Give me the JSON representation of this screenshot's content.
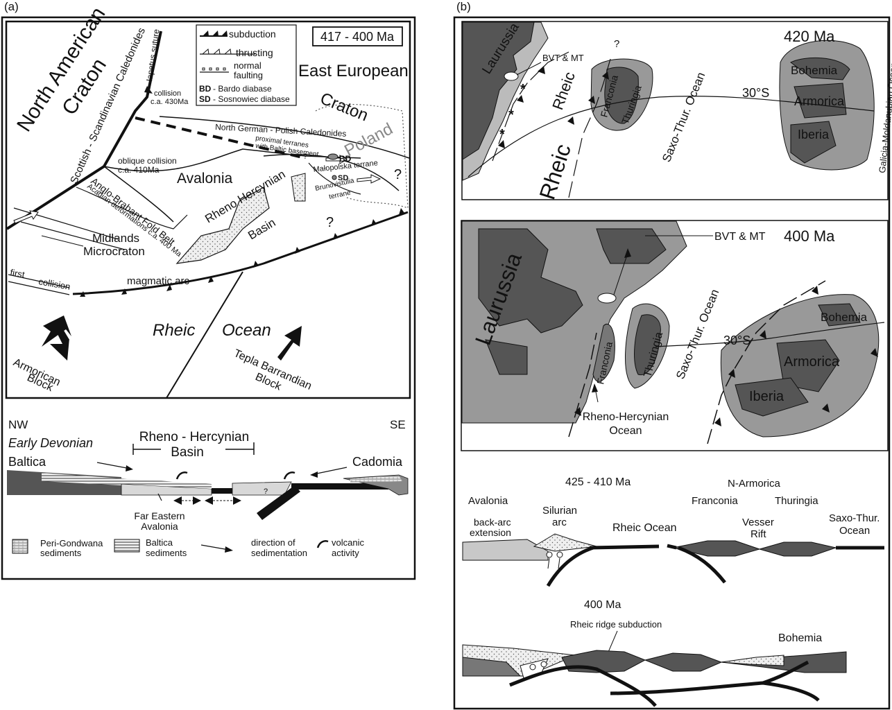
{
  "panel_a": {
    "label": "(a)",
    "age_box": "417 - 400 Ma",
    "legend_top": {
      "subduction": "subduction",
      "thrusting": "thrusting",
      "normal": "normal",
      "faulting": "faulting",
      "bd_code": "BD",
      "bd_text": "- Bardo diabase",
      "sd_code": "SD",
      "sd_text": "- Sosnowiec diabase"
    },
    "map": {
      "north_american": "North American",
      "craton_left": "Craton",
      "east_european": "East European",
      "craton_right": "Craton",
      "scottish": "Scottish - Scandinavian Caledonides",
      "iapetus": "Iapetus suture",
      "collision": "collision",
      "collision_age": "c.a. 430Ma",
      "oblique": "oblique collision",
      "oblique_age": "c.a. 410Ma",
      "north_german": "North German - Polish Caledonides",
      "proximal1": "proximal terranes",
      "proximal2": "with Baltic basement",
      "q1": "?",
      "poland": "Poland",
      "bd": "BD",
      "malopolska": "Małopolska terrane",
      "sd": "SD",
      "brunovistulia1": "Brunovistulia",
      "brunovistulia2": "terrane",
      "q2": "?",
      "avalonia": "Avalonia",
      "anglo": "Anglo-Brabant Fold Belt",
      "acadian": "Acadian deformations c.a. 400 Ma",
      "rheno_hercynian": "Rheno Hercynian",
      "basin": "Basin",
      "q3": "?",
      "midlands1": "Midlands",
      "midlands2": "Microcraton",
      "first": "first",
      "collision2": "collision",
      "magmatic_arc": "magmatic arc",
      "rheic": "Rheic",
      "ocean": "Ocean",
      "armorican1": "Armorican",
      "armorican2": "Block",
      "tepla1": "Tepla Barrandian",
      "tepla2": "Block"
    },
    "section": {
      "nw": "NW",
      "se": "SE",
      "early_devonian": "Early Devonian",
      "rh1": "Rheno - Hercynian",
      "rh2": "Basin",
      "baltica": "Baltica",
      "cadomia": "Cadomia",
      "far_eastern1": "Far Eastern",
      "far_eastern2": "Avalonia",
      "q": "?"
    },
    "legend_bottom": {
      "peri1": "Peri-Gondwana",
      "peri2": "sediments",
      "baltica1": "Baltica",
      "baltica2": "sediments",
      "dir1": "direction of",
      "dir2": "sedimentation",
      "volc1": "volcanic",
      "volc2": "activity"
    }
  },
  "panel_b": {
    "label": "(b)",
    "map420": {
      "age": "420 Ma",
      "laurussia": "Laurussia",
      "bvt": "BVT & MT",
      "q": "?",
      "rheic_small": "Rheic",
      "rheic_big": "Rheic",
      "franconia": "Franconia",
      "thuringia": "Thuringia",
      "saxo": "Saxo-Thur. Ocean",
      "lat": "30°S",
      "bohemia": "Bohemia",
      "armorica": "Armorica",
      "iberia": "Iberia",
      "galicia": "Galicia-Moldanubian Ocean"
    },
    "map400": {
      "age": "400 Ma",
      "bvt": "BVT & MT",
      "laurussia": "Laurussia",
      "franconia": "Franconia",
      "thuringia": "Thuringia",
      "saxo": "Saxo-Thur. Ocean",
      "lat": "30°S",
      "bohemia": "Bohemia",
      "armorica": "Armorica",
      "iberia": "Iberia",
      "rh_ocean1": "Rheno-Hercynian",
      "rh_ocean2": "Ocean"
    },
    "section1": {
      "age": "425 - 410 Ma",
      "n_armorica": "N-Armorica",
      "avalonia": "Avalonia",
      "franconia": "Franconia",
      "thuringia": "Thuringia",
      "backarc1": "back-arc",
      "backarc2": "extension",
      "silurian1": "Silurian",
      "silurian2": "arc",
      "rheic_ocean": "Rheic Ocean",
      "vesser1": "Vesser",
      "vesser2": "Rift",
      "saxo1": "Saxo-Thur.",
      "saxo2": "Ocean"
    },
    "section2": {
      "age": "400 Ma",
      "ridge": "Rheic ridge subduction",
      "bohemia": "Bohemia"
    }
  }
}
